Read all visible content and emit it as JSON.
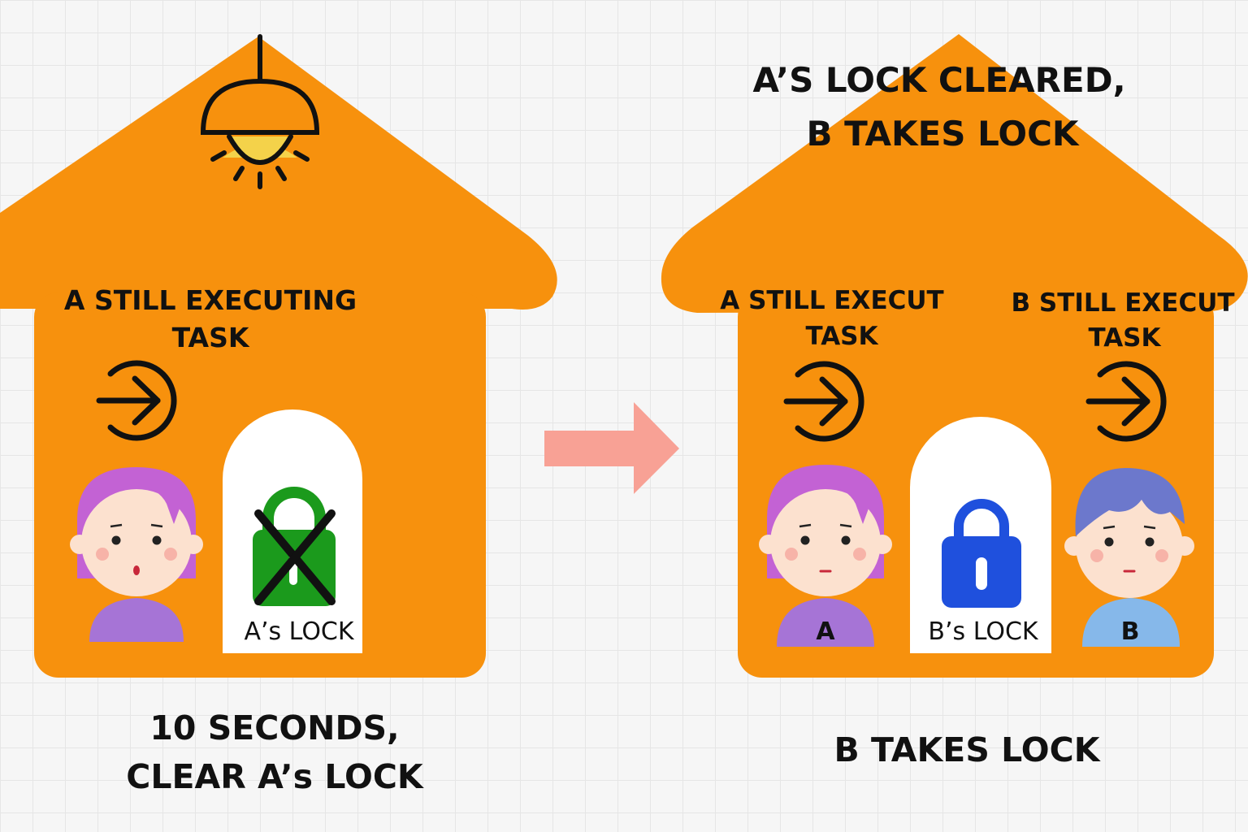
{
  "colors": {
    "house": "#f7910d",
    "door": "#ffffff",
    "arrow": "#f8a195",
    "lock_a": "#1b9a1c",
    "lock_b": "#1f50dd",
    "text": "#111111",
    "hair_girl": "#c362d4",
    "hair_boy": "#6c78cc",
    "shirt_a": "#a674d6",
    "shirt_b": "#86b8ea",
    "skin": "#fce1cf",
    "bulb": "#f4d24a"
  },
  "icons": {
    "left": [
      "ceiling-lamp-icon",
      "enter-arrow-icon",
      "crossed-out-lock-icon"
    ],
    "right": [
      "enter-arrow-icon",
      "enter-arrow-icon",
      "padlock-icon"
    ],
    "transition": "right-arrow-icon"
  },
  "left_panel": {
    "status_line1": "A STILL EXECUTING",
    "status_line2": "TASK",
    "lock_label": "A’s LOCK",
    "caption_line1": "10 SECONDS,",
    "caption_line2": "CLEAR A’s LOCK"
  },
  "right_panel": {
    "heading_line1": "A’S LOCK CLEARED,",
    "heading_line2": "B TAKES LOCK",
    "status_a_line1": "A STILL EXECUT",
    "status_a_line2": "TASK",
    "status_b_line1": "B STILL EXECUT",
    "status_b_line2": "TASK",
    "person_a_label": "A",
    "person_b_label": "B",
    "lock_label": "B’s LOCK",
    "caption": "B TAKES LOCK"
  }
}
